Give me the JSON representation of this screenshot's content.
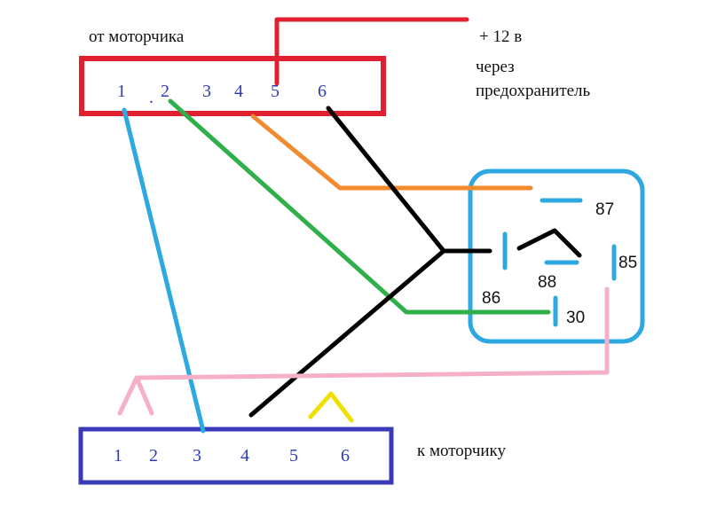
{
  "labels": {
    "from_motor": "от моторчика",
    "to_motor": "к моторчику",
    "plus12": "+ 12 в",
    "via": "через",
    "fuse": "предохранитель"
  },
  "top_connector": {
    "pins": [
      "1",
      "2",
      "3",
      "4",
      "5",
      "6"
    ],
    "dot": "."
  },
  "bottom_connector": {
    "pins": [
      "1",
      "2",
      "3",
      "4",
      "5",
      "6"
    ]
  },
  "relay": {
    "pins": {
      "p87": "87",
      "p85": "85",
      "p86": "86",
      "p88": "88",
      "p30": "30"
    }
  },
  "colors": {
    "top_connector": "#e02030",
    "bottom_connector": "#3a3ab8",
    "relay": "#2ea8e0",
    "power_wire": "#e02030",
    "wire_blue": "#2ea8e0",
    "wire_green": "#2fb04a",
    "wire_orange": "#f28a30",
    "wire_black": "#000000",
    "wire_pink": "#f5b0c8",
    "wire_yellow": "#f0e000"
  }
}
